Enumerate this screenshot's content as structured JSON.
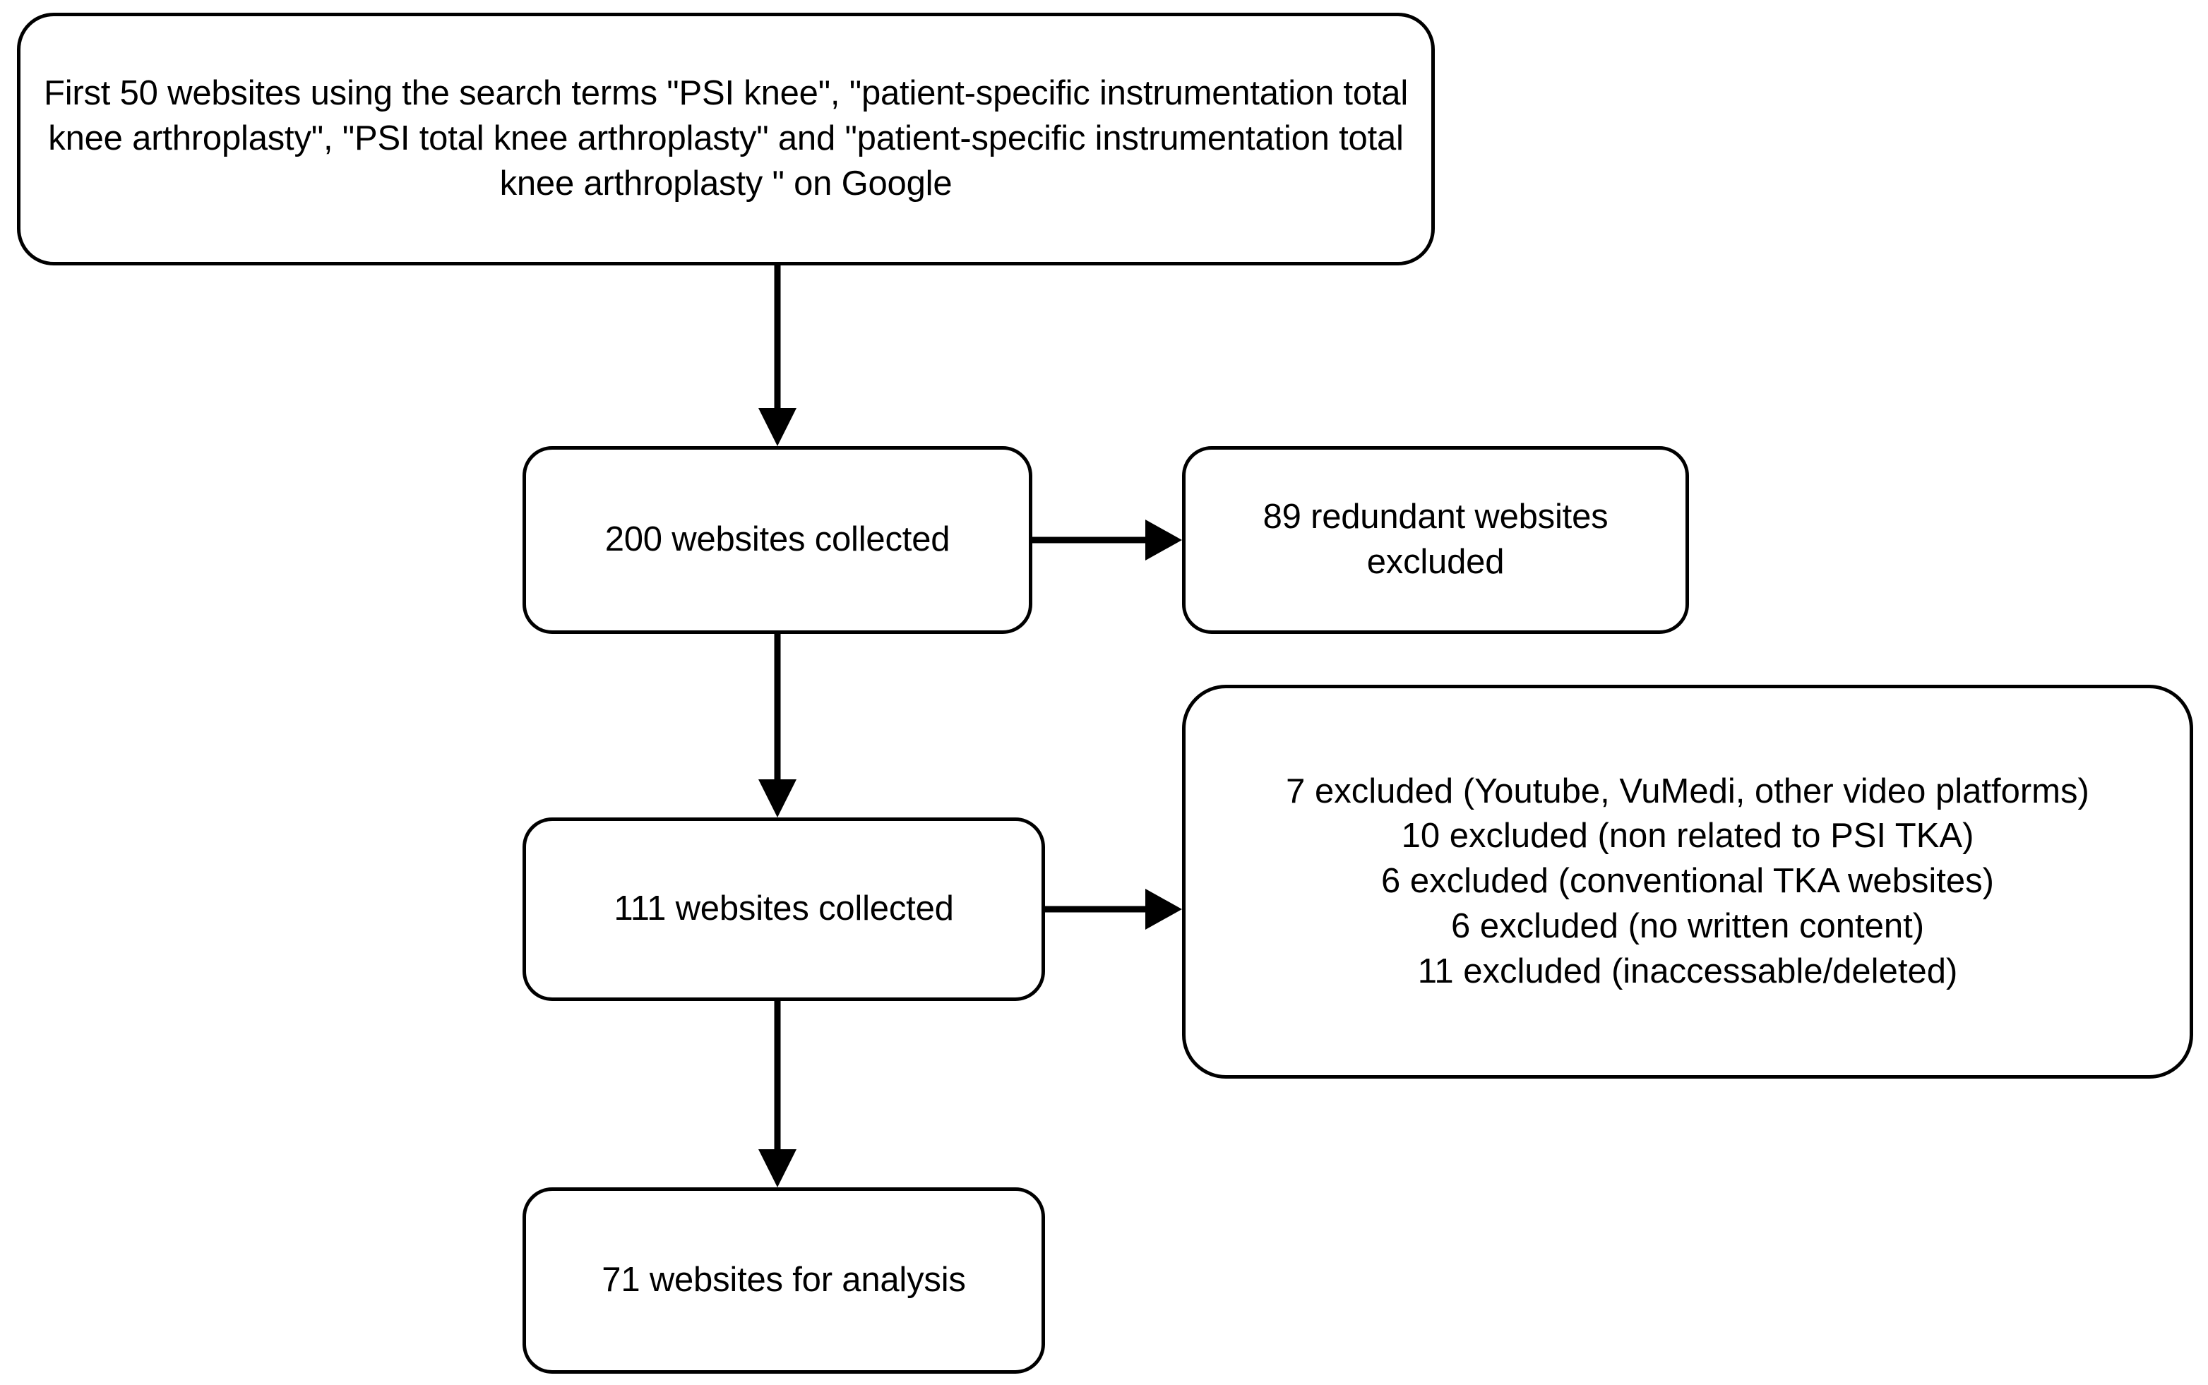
{
  "diagram": {
    "type": "flowchart",
    "title": "Website selection flow diagram",
    "stroke_color": "#000000",
    "background_color": "#ffffff",
    "boxes": {
      "search": {
        "id": "search-strategy-box",
        "text": "First 50 websites using the search terms \"PSI knee\", \"patient-specific instrumentation total knee arthroplasty\", \"PSI total knee arthroplasty\"  and \"patient-specific instrumentation total knee arthroplasty \" on Google"
      },
      "collected200": {
        "id": "collected-200-box",
        "text": "200 websites collected",
        "count": 200
      },
      "redundant89": {
        "id": "redundant-excluded-box",
        "text": "89 redundant websites excluded",
        "count": 89
      },
      "collected111": {
        "id": "collected-111-box",
        "text": "111 websites collected",
        "count": 111
      },
      "analysis71": {
        "id": "analysis-71-box",
        "text": "71 websites for analysis",
        "count": 71
      },
      "exclusions": {
        "id": "exclusion-reasons-box",
        "lines": [
          "7 excluded (Youtube, VuMedi, other video platforms)",
          "10 excluded (non related to PSI TKA)",
          "6 excluded (conventional TKA websites)",
          "6 excluded (no written content)",
          "11 excluded (inaccessable/deleted)"
        ],
        "counts": [
          7,
          10,
          6,
          6,
          11
        ]
      }
    },
    "arrows": [
      {
        "id": "arrow-search-to-200",
        "from": "search",
        "to": "collected200",
        "direction": "down"
      },
      {
        "id": "arrow-200-to-redundant",
        "from": "collected200",
        "to": "redundant89",
        "direction": "right"
      },
      {
        "id": "arrow-200-to-111",
        "from": "collected200",
        "to": "collected111",
        "direction": "down"
      },
      {
        "id": "arrow-111-to-exclusions",
        "from": "collected111",
        "to": "exclusions",
        "direction": "right"
      },
      {
        "id": "arrow-111-to-71",
        "from": "collected111",
        "to": "analysis71",
        "direction": "down"
      }
    ]
  },
  "chart_data": {
    "type": "table",
    "title": "Website selection flow diagram",
    "categories": [
      "First 50 websites per search term on Google",
      "200 websites collected",
      "89 redundant websites excluded",
      "111 websites collected",
      "7 excluded (Youtube, VuMedi, other video platforms)",
      "10 excluded (non related to PSI TKA)",
      "6 excluded (conventional TKA websites)",
      "6 excluded (no written content)",
      "11 excluded (inaccessable/deleted)",
      "71 websites for analysis"
    ],
    "values": [
      50,
      200,
      89,
      111,
      7,
      10,
      6,
      6,
      11,
      71
    ]
  }
}
